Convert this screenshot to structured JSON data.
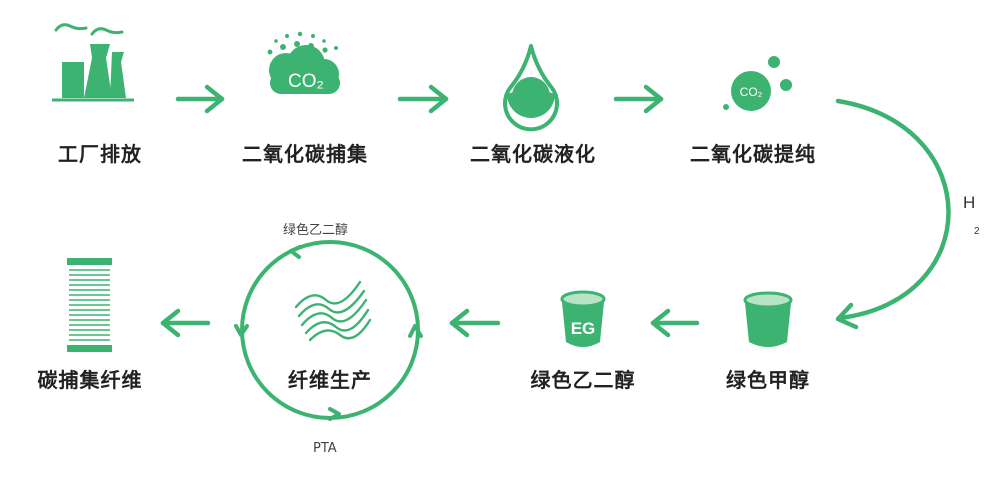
{
  "colors": {
    "accent": "#3cb371",
    "accent_light": "#b9e3c6",
    "text": "#222222"
  },
  "steps": {
    "factory": "工厂排放",
    "capture": "二氧化碳捕集",
    "liquefy": "二氧化碳液化",
    "purify": "二氧化碳提纯",
    "methanol": "绿色甲醇",
    "glycol": "绿色乙二醇",
    "fiber_production": "纤维生产",
    "fiber": "碳捕集纤维"
  },
  "cycle": {
    "top": "绿色乙二醇",
    "bottom": "PTA"
  },
  "icons": {
    "co2_large": "CO₂",
    "co2_small": "CO₂",
    "eg": "EG"
  },
  "hydrogen": {
    "symbol": "H",
    "sub": "2"
  }
}
